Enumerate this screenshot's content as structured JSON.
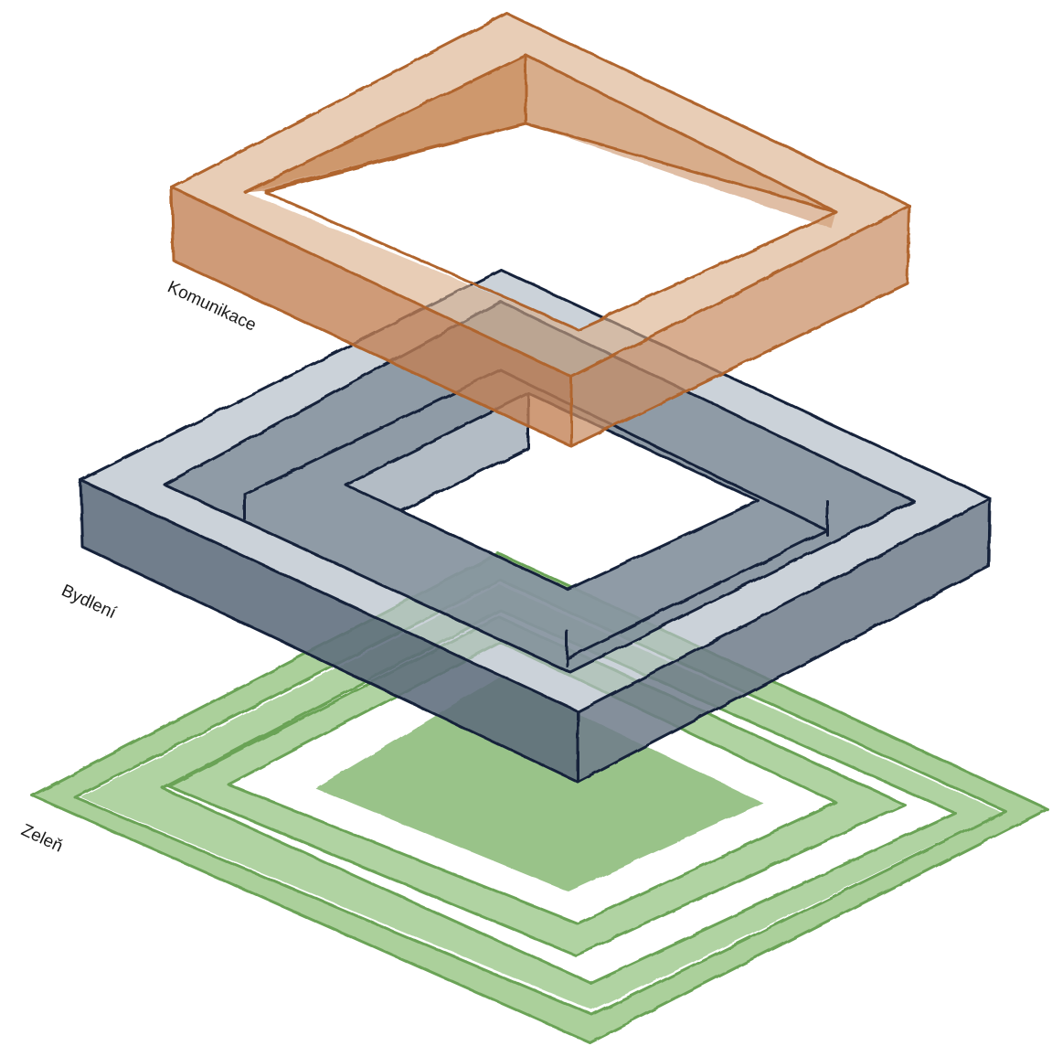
{
  "diagram": {
    "layers": [
      {
        "id": "greenery",
        "label": "Zeleň",
        "color": "#7fb36a",
        "accent": "#5d9a4a"
      },
      {
        "id": "housing",
        "label": "Bydlení",
        "color": "#7d8a98",
        "accent": "#16263a"
      },
      {
        "id": "circulation",
        "label": "Komunikace",
        "color": "#c48a5f",
        "accent": "#b36a35"
      }
    ]
  }
}
